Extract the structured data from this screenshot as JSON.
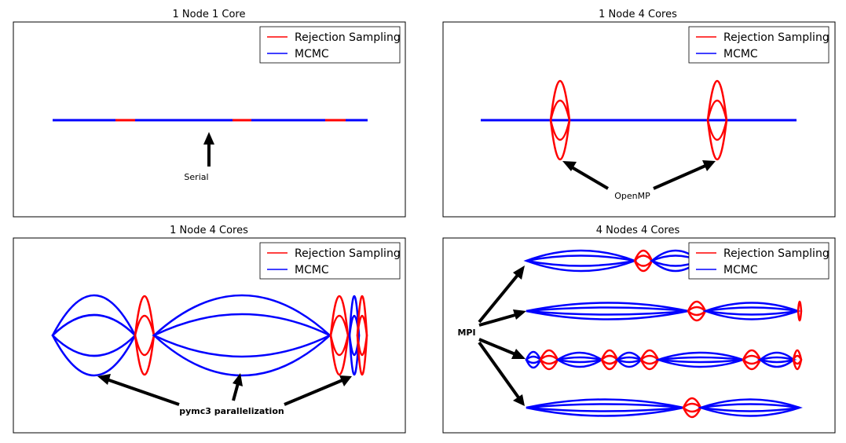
{
  "panels": [
    {
      "title": "1 Node 1 Core",
      "legend": [
        {
          "label": "Rejection Sampling",
          "color": "#ff0000"
        },
        {
          "label": "MCMC",
          "color": "#0000ff"
        }
      ],
      "annotation": "Serial"
    },
    {
      "title": "1 Node 4 Cores",
      "legend": [
        {
          "label": "Rejection Sampling",
          "color": "#ff0000"
        },
        {
          "label": "MCMC",
          "color": "#0000ff"
        }
      ],
      "annotation": "OpenMP"
    },
    {
      "title": "1 Node 4 Cores",
      "legend": [
        {
          "label": "Rejection Sampling",
          "color": "#ff0000"
        },
        {
          "label": "MCMC",
          "color": "#0000ff"
        }
      ],
      "annotation": "pymc3 parallelization"
    },
    {
      "title": "4 Nodes 4 Cores",
      "legend": [
        {
          "label": "Rejection Sampling",
          "color": "#ff0000"
        },
        {
          "label": "MCMC",
          "color": "#0000ff"
        }
      ],
      "annotation": "MPI"
    }
  ],
  "colors": {
    "rejection": "#ff0000",
    "mcmc": "#0000ff",
    "arrow": "#000000"
  }
}
